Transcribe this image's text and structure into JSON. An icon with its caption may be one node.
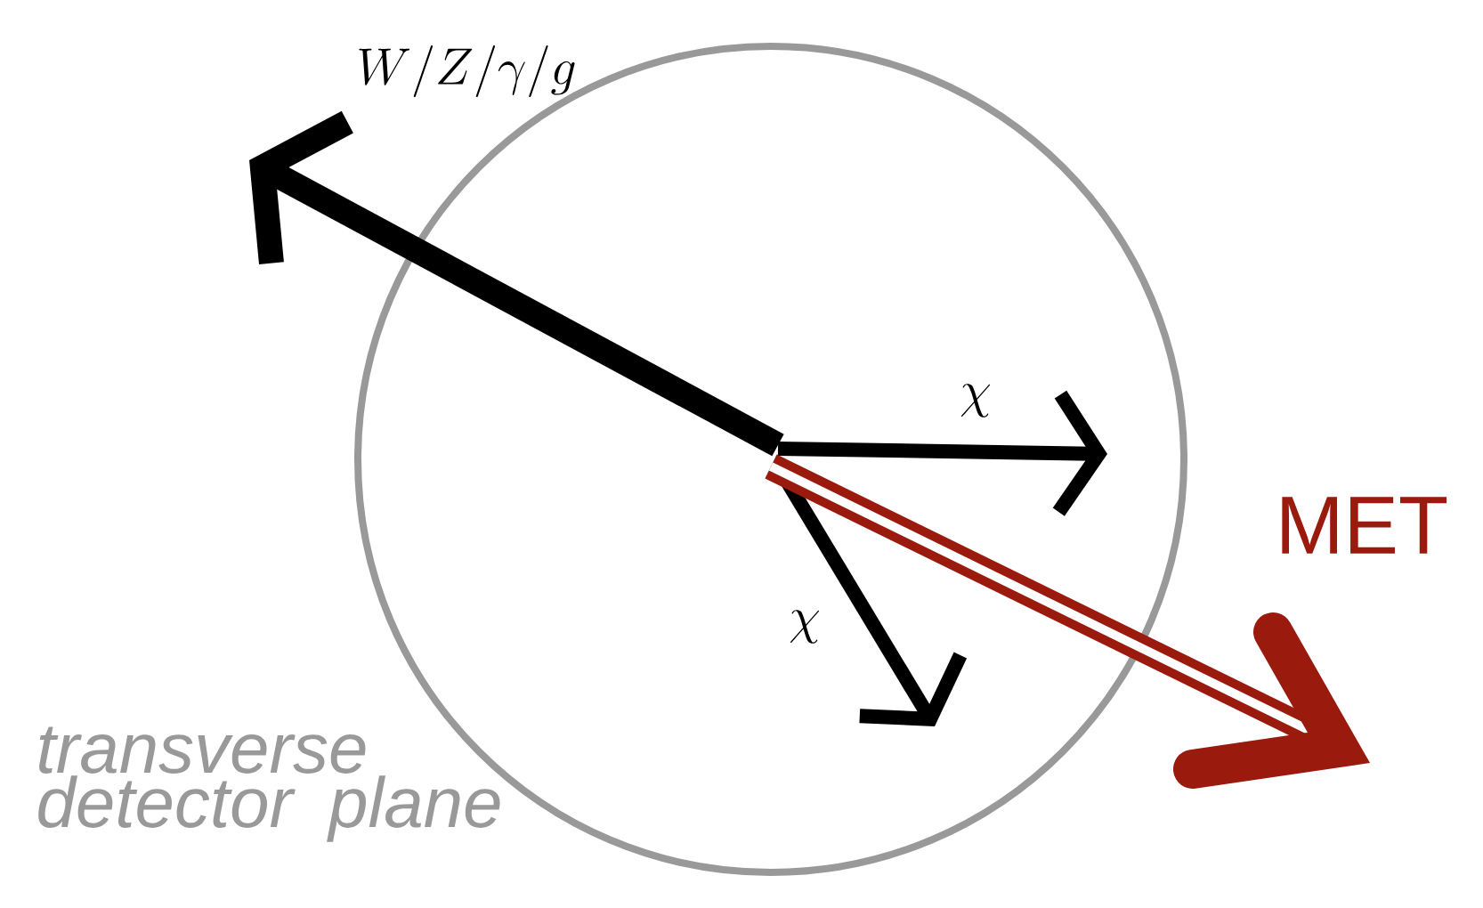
{
  "diagram": {
    "nodes": [
      {
        "text": [
          "transverse detector plane"
        ]
      }
    ],
    "edges": [],
    "labels": [
      "W/Z/\\gamma/g",
      "\\chi",
      "\\chi",
      "MET"
    ]
  }
}
